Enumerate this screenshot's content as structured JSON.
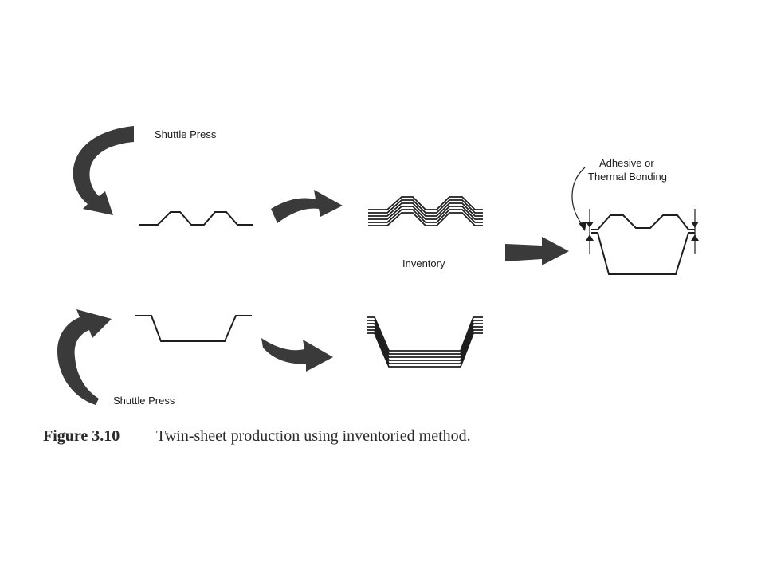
{
  "labels": {
    "shuttle_press_top": "Shuttle Press",
    "shuttle_press_bottom": "Shuttle Press",
    "inventory": "Inventory",
    "bonding_line1": "Adhesive or",
    "bonding_line2": "Thermal Bonding"
  },
  "caption": {
    "number": "Figure 3.10",
    "text": "Twin-sheet production using inventoried method."
  },
  "colors": {
    "arrow": "#3a3a3a",
    "line": "#1e1e1e",
    "background": "#ffffff"
  }
}
